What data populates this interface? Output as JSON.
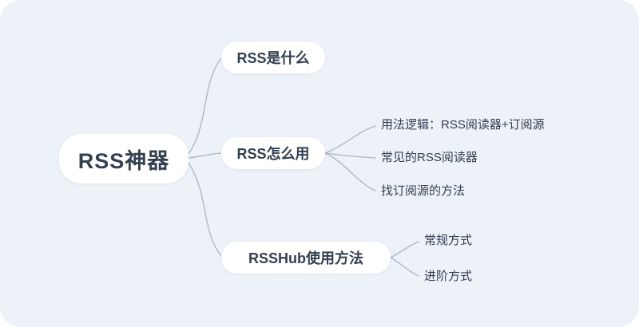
{
  "canvas": {
    "background": "#edf1f8",
    "line_color": "#a9b6c6",
    "node_background": "#ffffff",
    "text_color": "#33404f"
  },
  "root": {
    "label": "RSS神器"
  },
  "branches": [
    {
      "label": "RSS是什么",
      "children": []
    },
    {
      "label": "RSS怎么用",
      "children": [
        {
          "label": "用法逻辑：RSS阅读器+订阅源"
        },
        {
          "label": "常见的RSS阅读器"
        },
        {
          "label": "找订阅源的方法"
        }
      ]
    },
    {
      "label": "RSSHub使用方法",
      "children": [
        {
          "label": "常规方式"
        },
        {
          "label": "进阶方式"
        }
      ]
    }
  ]
}
